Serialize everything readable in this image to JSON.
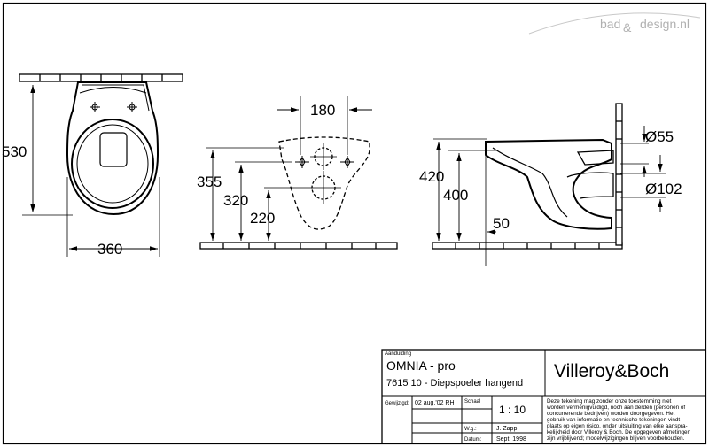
{
  "watermark": {
    "text_left": "bad",
    "amp": "&",
    "text_right": "design.nl"
  },
  "dimensions": {
    "front_height": "530",
    "front_width": "360",
    "rear_width": "180",
    "rear_h1": "355",
    "rear_h2": "320",
    "rear_h3": "220",
    "side_h1": "420",
    "side_h2": "400",
    "side_offset": "50",
    "diam_small": "Ø55",
    "diam_large": "Ø102"
  },
  "title_block": {
    "aanduiding_label": "Aanduiding",
    "product_name": "OMNIA - pro",
    "product_desc": "7615 10 - Diepspoeler hangend",
    "brand": "Villeroy&Boch",
    "gewijzigd_label": "Gewijzigd:",
    "gewijzigd_value": "02 aug.'02 RH",
    "schaal_label": "Schaal",
    "schaal_value": "1 : 10",
    "wg_label": "W.g.:",
    "wg_value": "J. Zapp",
    "datum_label": "Datum:",
    "datum_value": "Sept. 1998",
    "disclaimer": [
      "Deze tekening mag zonder onze toestemming niet",
      "worden vermenigvuldigd, noch aan derden  (personen of",
      "concurrerende bedrijven) worden doorgegeven. Het",
      "gebruik van informatie en technische tekeningen  vindt",
      "plaats op eigen risico, onder uitsluiting van elke aanspra-",
      "kelijkheid door Villeroy & Boch. De opgegeven afmetingen",
      "zijn vrijblijvend; modelwijzigingen blijven voorbehouden."
    ]
  }
}
